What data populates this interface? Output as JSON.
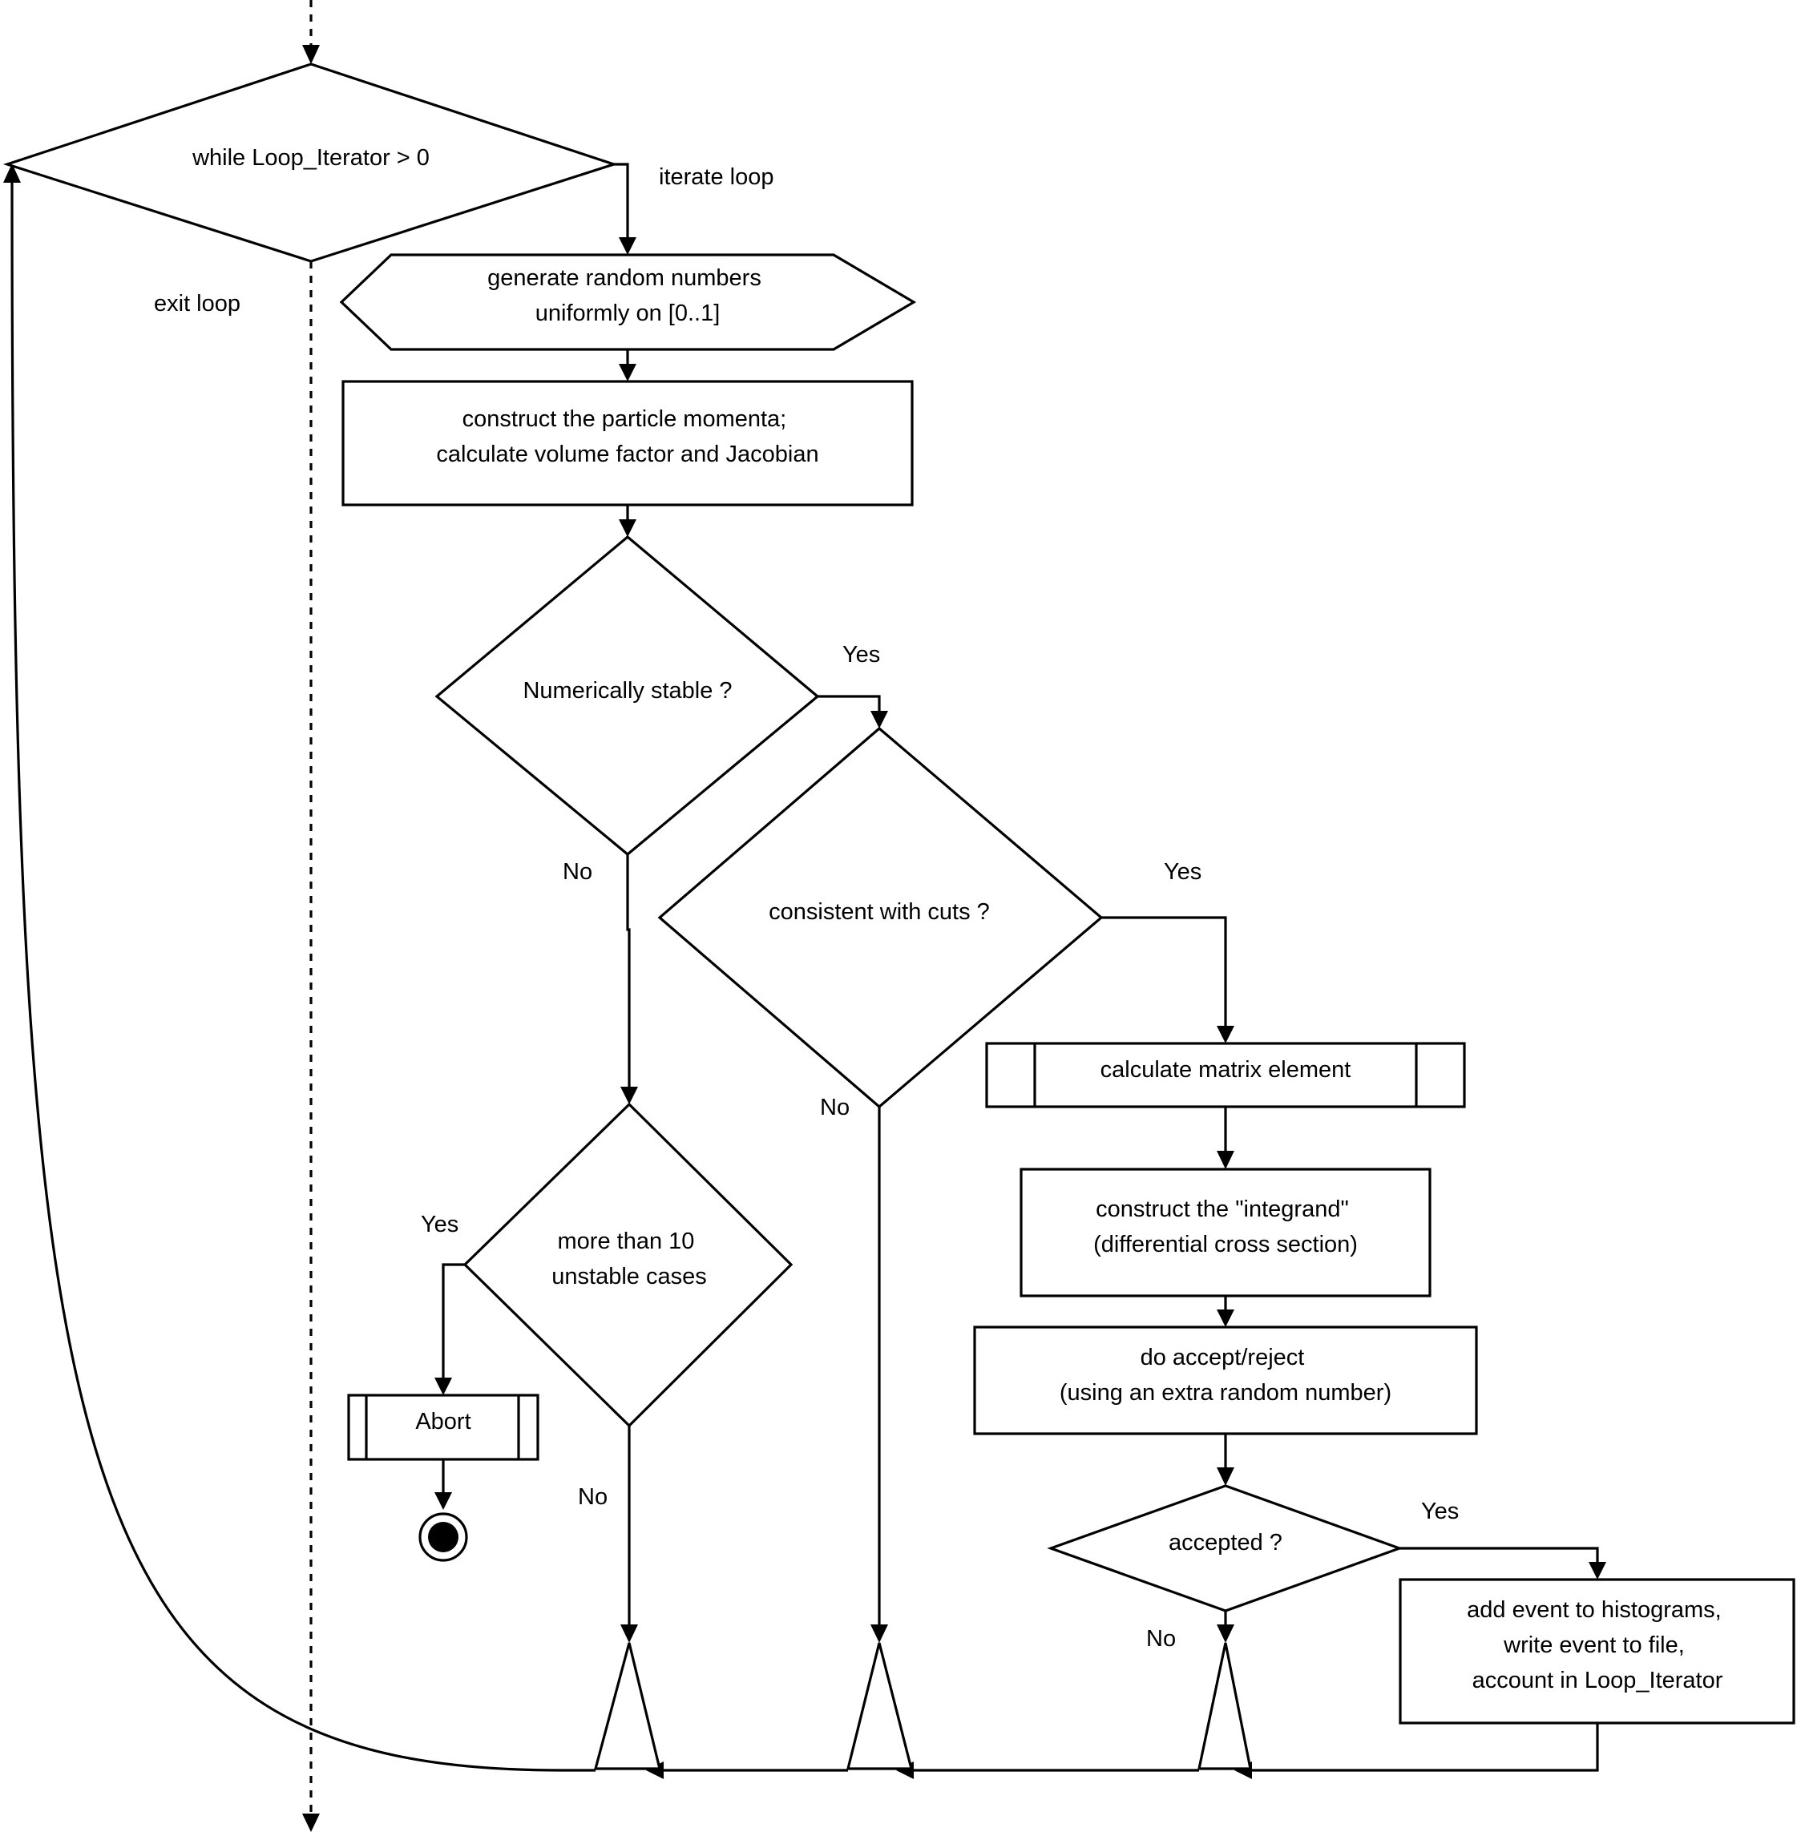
{
  "nodes": {
    "loop_condition": "while Loop_Iterator > 0",
    "generate_random": [
      "generate random numbers",
      "uniformly on [0..1]"
    ],
    "construct_momenta": [
      "construct the particle momenta;",
      "calculate volume factor and Jacobian"
    ],
    "numerically_stable": "Numerically stable ?",
    "consistent_cuts": "consistent with cuts ?",
    "matrix_element": "calculate matrix element",
    "construct_integrand": [
      "construct the \"integrand\"",
      "(differential cross section)"
    ],
    "accept_reject": [
      "do accept/reject",
      "(using an extra random number)"
    ],
    "accepted": "accepted ?",
    "add_event": [
      "add event to histograms,",
      "write event to file,",
      "account in Loop_Iterator"
    ],
    "more_unstable": [
      "more than 10",
      "unstable cases"
    ],
    "abort": "Abort"
  },
  "edge_labels": {
    "iterate_loop": "iterate loop",
    "exit_loop": "exit loop",
    "stable_yes": "Yes",
    "stable_no": "No",
    "cuts_yes": "Yes",
    "cuts_no": "No",
    "unstable_yes": "Yes",
    "unstable_no": "No",
    "accepted_yes": "Yes",
    "accepted_no": "No"
  }
}
